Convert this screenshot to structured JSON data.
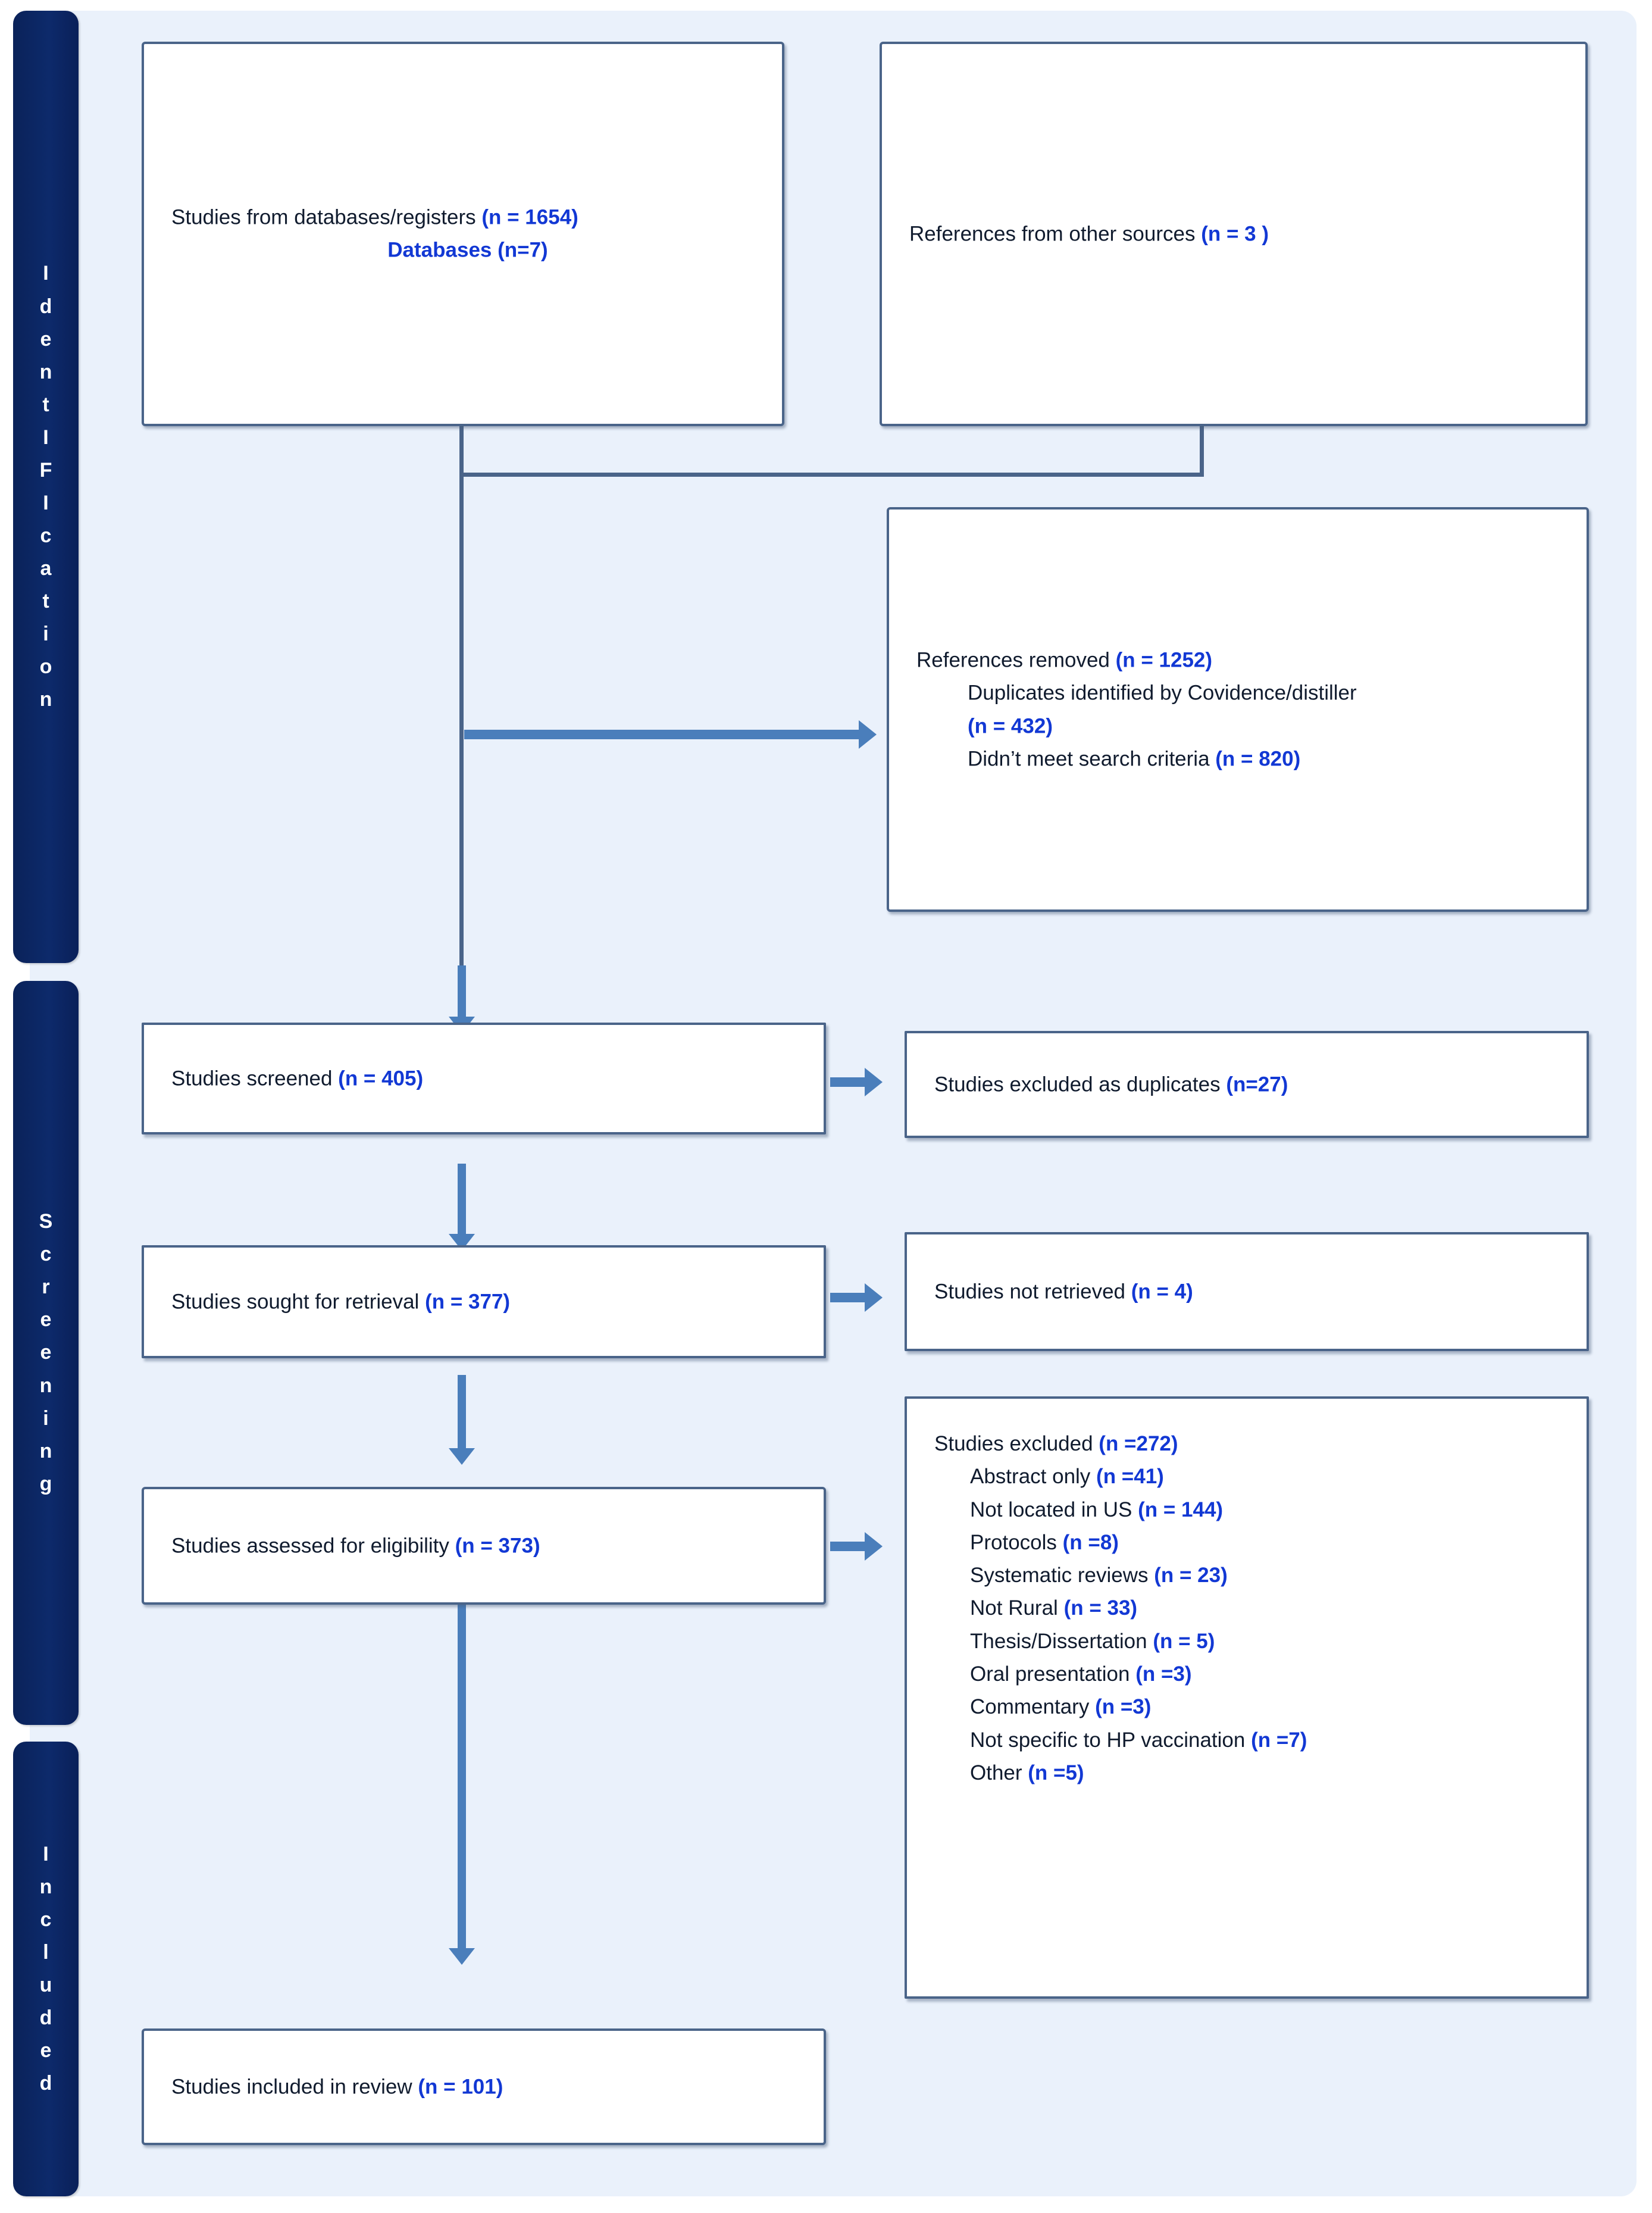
{
  "diagram": {
    "title": "PRISMA flow diagram",
    "colors": {
      "panel_background": "#eaf1fb",
      "stage_bar": "#0c2461",
      "box_border": "#4a6489",
      "arrow": "#4a7ebb",
      "count_text": "#1238d4",
      "body_text": "#101b2e"
    }
  },
  "stages": [
    {
      "id": "identification",
      "label": "Identification",
      "letters": [
        "I",
        "d",
        "e",
        "n",
        "t",
        "I",
        "F",
        "I",
        "c",
        "a",
        "t",
        "i",
        "o",
        "n"
      ]
    },
    {
      "id": "screening",
      "label": "Screening",
      "letters": [
        "S",
        "c",
        "r",
        "e",
        "e",
        "n",
        "i",
        "n",
        "g"
      ]
    },
    {
      "id": "included",
      "label": "Included",
      "letters": [
        "I",
        "n",
        "c",
        "l",
        "u",
        "d",
        "e",
        "d"
      ]
    }
  ],
  "boxes": {
    "databases": {
      "lines": [
        {
          "text": "Studies from databases/registers ",
          "count": "(n = 1654)",
          "align": "left"
        },
        {
          "text": "",
          "count": "Databases (n=7)",
          "align": "center"
        }
      ]
    },
    "other_sources": {
      "lines": [
        {
          "text": "References from other sources ",
          "count": "(n = 3 )",
          "align": "left"
        }
      ]
    },
    "references_removed": {
      "lines": [
        {
          "text": "References removed ",
          "count": "(n = 1252)",
          "indent": 0
        },
        {
          "text": "Duplicates identified by Covidence/distiller",
          "count": "",
          "indent": 1
        },
        {
          "text": "",
          "count": "(n = 432)",
          "indent": 1
        },
        {
          "text": "Didn’t meet search criteria   ",
          "count": "(n = 820)",
          "indent": 1
        }
      ]
    },
    "screened": {
      "lines": [
        {
          "text": "Studies screened ",
          "count": "(n = 405)"
        }
      ]
    },
    "excluded_duplicates": {
      "lines": [
        {
          "text": "Studies excluded as duplicates ",
          "count": "(n=27)"
        }
      ]
    },
    "sought_retrieval": {
      "lines": [
        {
          "text": "Studies sought for retrieval ",
          "count": "(n = 377)"
        }
      ]
    },
    "not_retrieved": {
      "lines": [
        {
          "text": "Studies not retrieved ",
          "count": "(n = 4)"
        }
      ]
    },
    "assessed_eligibility": {
      "lines": [
        {
          "text": "Studies assessed for eligibility ",
          "count": "(n = 373)"
        }
      ]
    },
    "studies_excluded": {
      "header": {
        "text": "Studies excluded ",
        "count": "(n =272)"
      },
      "reasons": [
        {
          "text": "Abstract only ",
          "count": "(n =41)"
        },
        {
          "text": "Not located in US ",
          "count": "(n = 144)"
        },
        {
          "text": "Protocols ",
          "count": "(n =8)"
        },
        {
          "text": "Systematic reviews ",
          "count": "(n = 23)"
        },
        {
          "text": "Not Rural ",
          "count": "(n = 33)"
        },
        {
          "text": "Thesis/Dissertation ",
          "count": "(n = 5)"
        },
        {
          "text": "Oral presentation ",
          "count": "(n =3)"
        },
        {
          "text": "Commentary ",
          "count": "(n =3)"
        },
        {
          "text": "Not specific to HP vaccination ",
          "count": "(n =7)"
        },
        {
          "text": "Other ",
          "count": "(n =5)"
        }
      ]
    },
    "included_review": {
      "lines": [
        {
          "text": "Studies included in review ",
          "count": "(n = 101)"
        }
      ]
    }
  }
}
